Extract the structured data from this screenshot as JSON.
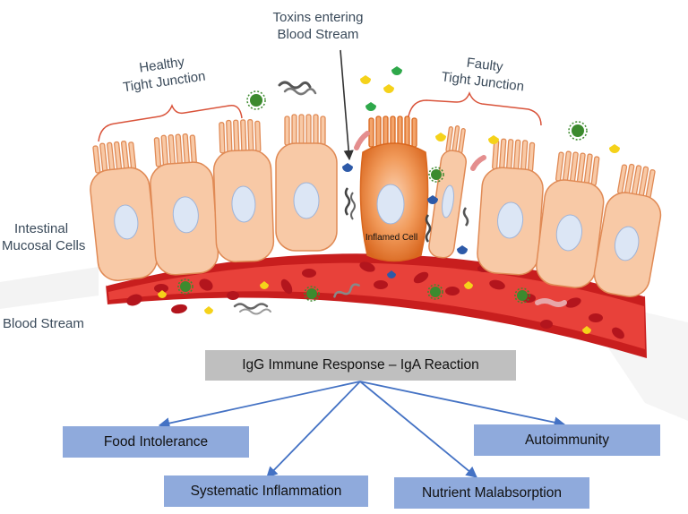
{
  "labels": {
    "toxins_line1": "Toxins entering",
    "toxins_line2": "Blood Stream",
    "healthy_line1": "Healthy",
    "healthy_line2": "Tight Junction",
    "faulty_line1": "Faulty",
    "faulty_line2": "Tight Junction",
    "mucosal_line1": "Intestinal",
    "mucosal_line2": "Mucosal Cells",
    "blood_stream": "Blood Stream",
    "inflamed_cell": "Inflamed Cell"
  },
  "response": {
    "label": "IgG Immune Response – IgA Reaction"
  },
  "outcomes": {
    "food_intolerance": "Food Intolerance",
    "systematic_inflammation": "Systematic Inflammation",
    "nutrient_malabsorption": "Nutrient Malabsorption",
    "autoimmunity": "Autoimmunity"
  },
  "colors": {
    "cell_fill": "#f8c9a6",
    "cell_stroke": "#e08a55",
    "nucleus": "#dce6f5",
    "inflamed_cell": "#e87a32",
    "vessel_outer": "#c81e1e",
    "vessel_inner": "#e8413a",
    "rbc": "#b3151d",
    "box_blue": "#8faadc",
    "box_gray": "#bfbfbf",
    "arrow_blue": "#4472c4",
    "virus_green": "#3c8a2e",
    "antigen_yellow": "#f5d21a",
    "antigen_blue": "#2d5aa8",
    "bracket_red": "#d9533a",
    "label_text": "#3a4a5a"
  },
  "icons": [
    "virus-icon",
    "antigen-icon",
    "bacteria-icon",
    "worm-icon",
    "red-blood-cell-icon"
  ]
}
